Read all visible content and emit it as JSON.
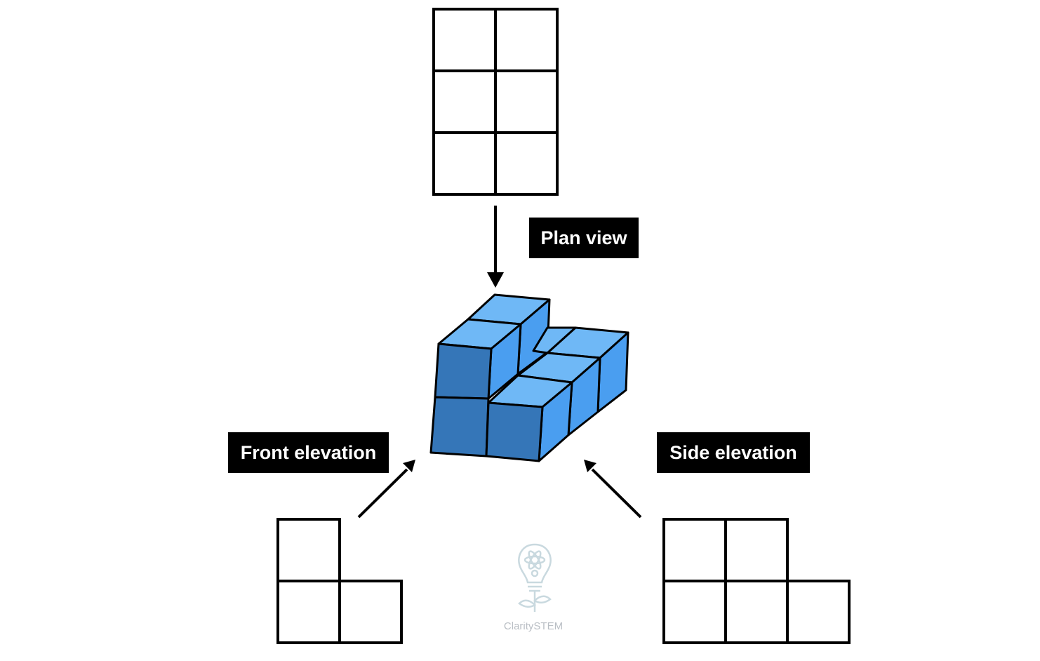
{
  "labels": {
    "plan_view": "Plan view",
    "front_elevation": "Front elevation",
    "side_elevation": "Side elevation"
  },
  "watermark": {
    "brand": "ClaritySTEM",
    "icon": "lightbulb-atom-icon"
  },
  "colors": {
    "cube_top": "#6fb8f6",
    "cube_side": "#4a9ef0",
    "cube_front": "#3576b8",
    "outline": "#000000",
    "label_bg": "#000000",
    "label_text": "#ffffff"
  }
}
